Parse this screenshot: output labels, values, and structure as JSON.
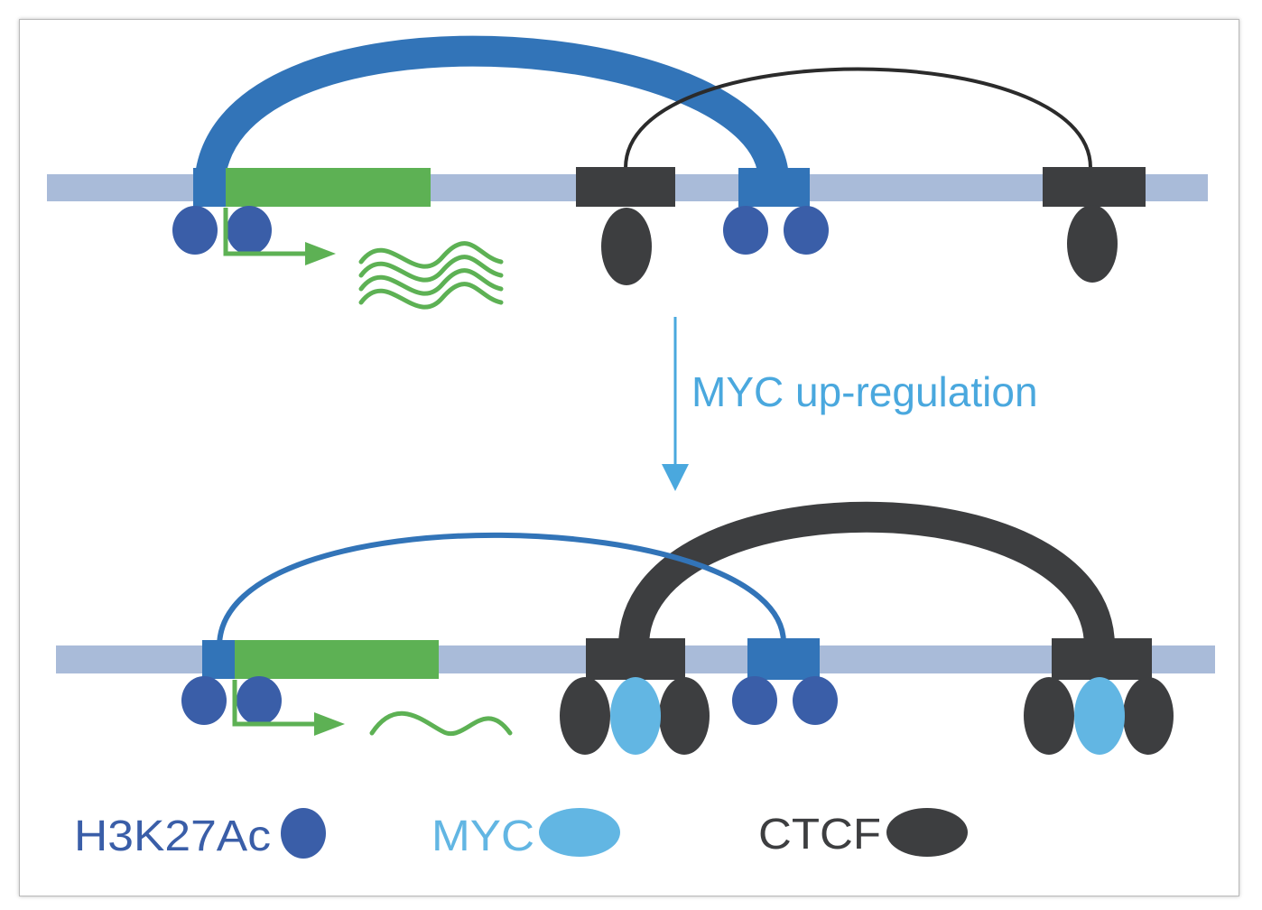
{
  "arrow_label": "MYC up-regulation",
  "legend": {
    "h3k27ac": "H3K27Ac",
    "myc": "MYC",
    "ctcf": "CTCF"
  },
  "colors": {
    "dna": "#a9bbd9",
    "enhancer_loop": "#3274b8",
    "h3k27ac": "#3a5ea8",
    "gene": "#5db154",
    "ctcf": "#3d3e40",
    "myc": "#62b6e3",
    "arrow": "#4aa8de"
  }
}
